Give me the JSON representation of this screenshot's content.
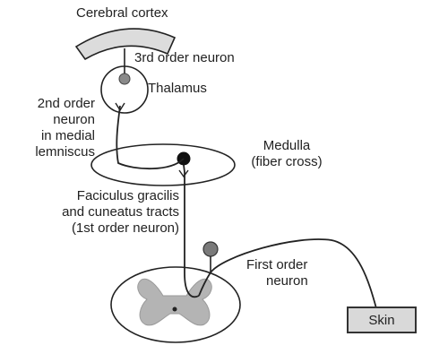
{
  "labels": {
    "cerebral_cortex": "Cerebral cortex",
    "third_order_neuron": "3rd order neuron",
    "thalamus": "Thalamus",
    "second_order_neuron_lines": [
      "2nd order",
      "neuron",
      "in medial",
      "lemniscus"
    ],
    "medulla_lines": [
      "Medulla",
      "(fiber cross)"
    ],
    "fasciculus_lines": [
      "Faciculus gracilis",
      "and cuneatus tracts",
      "(1st order neuron)"
    ],
    "first_order_neuron_lines": [
      "First order",
      "neuron"
    ],
    "skin": "Skin"
  },
  "colors": {
    "line": "#222222",
    "cortex_fill": "#dcdcdc",
    "gray_matter": "#b4b4b4",
    "thalamus_neuron": "#8a8a8a",
    "medulla_neuron": "#111111",
    "ganglion_neuron": "#7a7a7a",
    "skin_fill": "#d9d9d9"
  }
}
